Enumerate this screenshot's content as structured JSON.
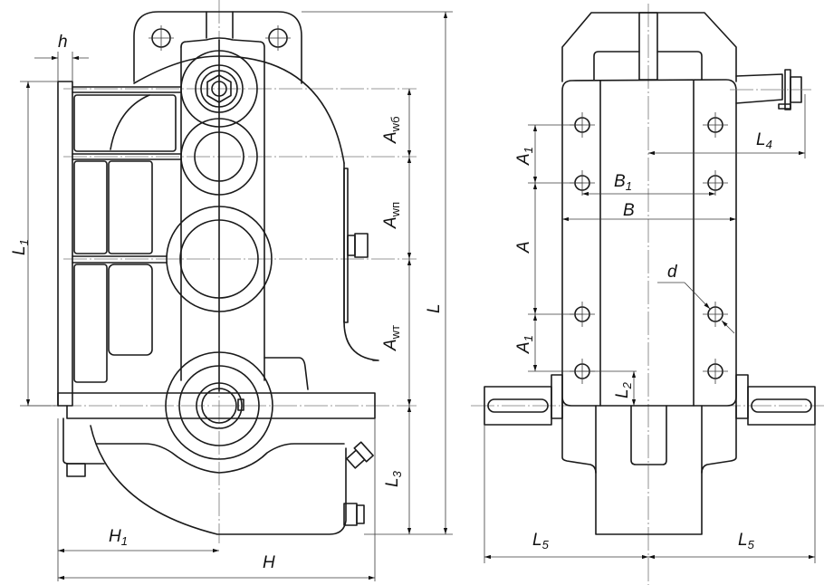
{
  "drawing": {
    "title": "Gear reducer — overall and mounting dimensions",
    "views": [
      "front-view",
      "side-view"
    ],
    "colors": {
      "line": "#1a1a1a",
      "center_line": "#777777",
      "background": "#ffffff"
    }
  },
  "front_view": {
    "labels": {
      "h": {
        "main": "h",
        "sub": ""
      },
      "L1": {
        "main": "L",
        "sub": "1"
      },
      "Awb": {
        "main": "A",
        "sub": "wб"
      },
      "Awp": {
        "main": "A",
        "sub": "wп"
      },
      "Awt": {
        "main": "A",
        "sub": "wт"
      },
      "L": {
        "main": "L",
        "sub": ""
      },
      "L3": {
        "main": "L",
        "sub": "3"
      },
      "H1": {
        "main": "H",
        "sub": "1"
      },
      "H": {
        "main": "H",
        "sub": ""
      }
    }
  },
  "side_view": {
    "labels": {
      "A1_top": {
        "main": "A",
        "sub": "1"
      },
      "A": {
        "main": "A",
        "sub": ""
      },
      "A1_bottom": {
        "main": "A",
        "sub": "1"
      },
      "B1": {
        "main": "B",
        "sub": "1"
      },
      "B": {
        "main": "B",
        "sub": ""
      },
      "L4": {
        "main": "L",
        "sub": "4"
      },
      "d": {
        "main": "d",
        "sub": ""
      },
      "L2": {
        "main": "L",
        "sub": "2"
      },
      "L5_left": {
        "main": "L",
        "sub": "5"
      },
      "L5_right": {
        "main": "L",
        "sub": "5"
      }
    }
  }
}
